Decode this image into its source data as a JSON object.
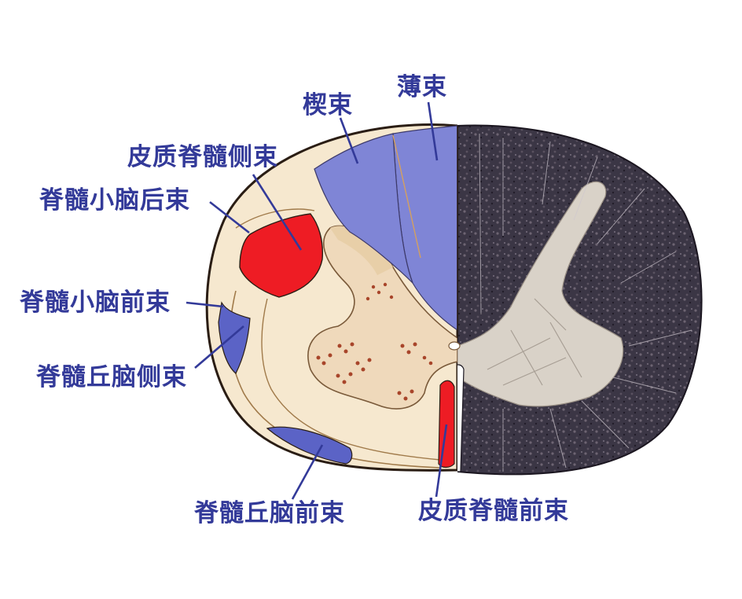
{
  "labels": {
    "wedge_fasciculus": "楔束",
    "gracile_fasciculus": "薄束",
    "lateral_corticospinal": "皮质脊髓侧束",
    "posterior_spinocerebellar": "脊髓小脑后束",
    "anterior_spinocerebellar": "脊髓小脑前束",
    "lateral_spinothalamic": "脊髓丘脑侧束",
    "anterior_spinothalamic": "脊髓丘脑前束",
    "anterior_corticospinal": "皮质脊髓前束"
  },
  "colors": {
    "label_text": "#333a99",
    "leader_line": "#333a99",
    "ascending_tract": "#7f85d6",
    "descending_tract": "#ee1c24",
    "white_matter": "#f6e8cf",
    "gray_matter": "#efd9bb",
    "outline": "#2a1d14",
    "stained_section": "#3a3442"
  }
}
